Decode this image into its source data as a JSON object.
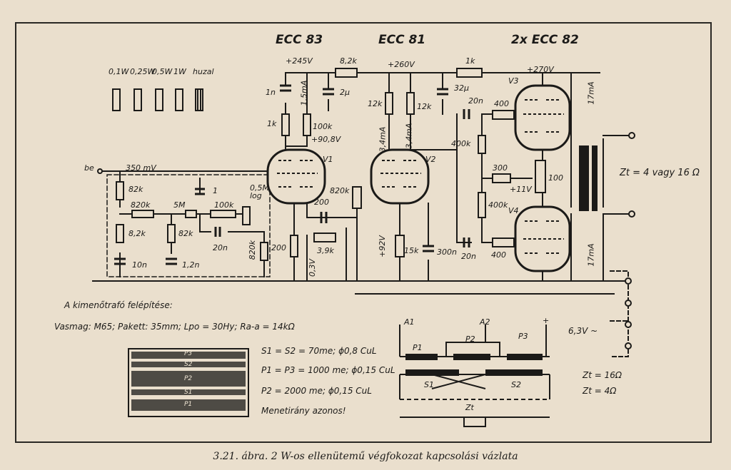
{
  "tubes": {
    "v1_type": "ECC 83",
    "v2_type": "ECC 81",
    "v34_type": "2x ECC 82",
    "v1": "V1",
    "v2": "V2",
    "v3": "V3",
    "v4": "V4"
  },
  "resistor_legend": [
    "0,1W",
    "0,25W",
    "0,5W",
    "1W",
    "huzal"
  ],
  "input": {
    "label": "be",
    "level": "350 mV"
  },
  "supplies": {
    "v1": "+245V",
    "v2": "+260V",
    "v34": "+270V",
    "v1_anode": "+90,8V",
    "v2_cathode": "+92V",
    "split": "+11V",
    "v1_cathode": "0,3V"
  },
  "components": {
    "r_82k_a": "82k",
    "r_820k_a": "820k",
    "r_5m": "5M",
    "c_1": "1",
    "r_100k_a": "100k",
    "pot_log": "0,5M log",
    "r_8_2k_a": "8,2k",
    "r_82k_b": "82k",
    "c_20n_a": "20n",
    "c_10n": "10n",
    "c_1_2n": "1,2n",
    "r_820k_b": "820k",
    "r_200_a": "200",
    "c_1n": "1n",
    "r_1k_a": "1k",
    "r_100k_b": "100k",
    "i_15ma": "1,5mA",
    "c_2u": "2µ",
    "r_8_2k_b": "8,2k",
    "r_200_b": "200",
    "r_3_9k": "3,9k",
    "r_820k_c": "820k",
    "r_12k_a": "12k",
    "r_12k_b": "12k",
    "i_3_4ma_a": "3,4mA",
    "i_3_4ma_b": "3,4mA",
    "r_1k_b": "1k",
    "c_32u": "32µ",
    "c_20n_b": "20n",
    "r_400k_a": "400k",
    "r_15k": "15k",
    "c_300n": "300n",
    "r_300": "300",
    "r_400k_b": "400k",
    "c_20n_c": "20n",
    "r_400_a": "400",
    "r_400_b": "400",
    "pot_100": "100",
    "i_17ma_a": "17mA",
    "i_17ma_b": "17mA"
  },
  "output": {
    "load": "Zt = 4 vagy 16 Ω",
    "heater": "6,3V ~"
  },
  "transformer_notes": {
    "title": "A kimenőtrafó felépítése:",
    "spec": "Vasmag: M65; Pakett: 35mm; Lpo = 30Hy; Ra-a = 14kΩ",
    "s1s2": "S1 = S2 = 70me; ϕ0,8 CuL",
    "p1p3": "P1 = P3 = 1000 me; ϕ0,15 CuL",
    "p2": "P2 = 2000 me; ϕ0,15 CuL",
    "direction": "Menetirány azonos!",
    "layers": [
      "P3",
      "S2",
      "P2",
      "S1",
      "P1"
    ]
  },
  "winding_diagram": {
    "a1": "A1",
    "a2": "A2",
    "plus": "+",
    "p1": "P1",
    "p2": "P2",
    "p3": "P3",
    "s1": "S1",
    "s2": "S2",
    "zt": "Zt",
    "zt16": "Zt = 16Ω",
    "zt4": "Zt = 4Ω"
  },
  "caption": "3.21. ábra. 2 W-os ellenütemű végfokozat kapcsolási vázlata"
}
